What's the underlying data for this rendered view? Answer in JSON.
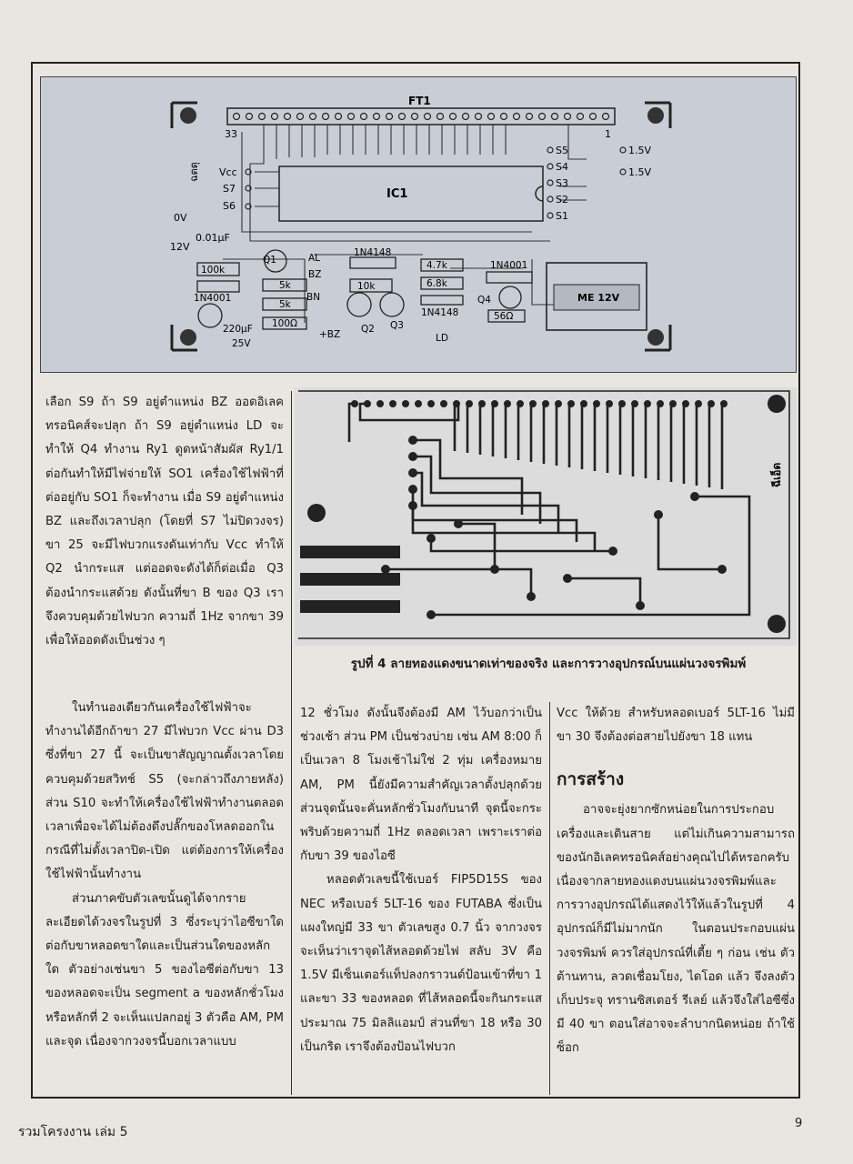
{
  "pcb_top": {
    "fti": "FT1",
    "pin33": "33",
    "pin1": "1",
    "ic": "IC1",
    "vcc": "Vcc",
    "s7": "S7",
    "s6": "S6",
    "s5": "S5",
    "s4": "S4",
    "s3": "S3",
    "s2": "S2",
    "s1": "S1",
    "v15a": "1.5V",
    "v15b": "1.5V",
    "zero_v": "0V",
    "twelve_v": "12V",
    "cap_small": "0.01µF",
    "r100k": "100k",
    "d1n4001a": "1N4001",
    "cap_big": "220µF",
    "cap_v": "25V",
    "r5k_a": "5k",
    "r5k_b": "5k",
    "r100": "100Ω",
    "q1": "Q1",
    "al": "AL",
    "bz": "BZ",
    "bn": "BN",
    "d1n4148a": "1N4148",
    "r10k": "10k",
    "q2": "Q2",
    "q3": "Q3",
    "plus_bz": "+BZ",
    "r47k": "4.7k",
    "r68k": "6.8k",
    "d1n4148b": "1N4148",
    "ld": "LD",
    "d1n4001b": "1N4001",
    "q4": "Q4",
    "r56": "56Ω",
    "relay": "ME 12V",
    "side_label": "ฉตตุ"
  },
  "pcb_bottom": {
    "side_label": "ฉีเอ็ด"
  },
  "caption": "รูปที่ 4 ลายทองแดงขนาดเท่าของจริง และการวางอุปกรณ์บนแผ่นวงจรพิมพ์",
  "col1_top": "เลือก S9 ถ้า S9 อยู่ตำแหน่ง BZ ออดอิเลคทรอนิคส์จะปลุก ถ้า S9 อยู่ตำแหน่ง LD จะทำให้ Q4 ทำงาน Ry1 ดูดหน้าสัมผัส Ry1/1 ต่อกันทำให้มีไฟจ่ายให้ SO1 เครื่องใช้ไฟฟ้าที่ต่ออยู่กับ SO1 ก็จะทำงาน เมื่อ S9 อยู่ตำแหน่ง BZ และถึงเวลาปลุก (โดยที่ S7 ไม่ปิดวงจร) ขา 25 จะมีไฟบวกแรงดันเท่ากับ Vcc ทำให้ Q2 นำกระแส แต่ออดจะดังได้ก็ต่อเมื่อ Q3 ต้องนำกระแสด้วย ดังนั้นที่ขา B ของ Q3 เราจึงควบคุมด้วยไฟบวก ความถี่ 1Hz จากขา 39 เพื่อให้ออดดังเป็นช่วง ๆ",
  "col1_p2": "ในทำนองเดียวกันเครื่องใช้ไฟฟ้าจะทำงานได้อีกถ้าขา 27 มีไฟบวก Vcc ผ่าน D3 ซึ่งที่ขา 27 นี้ จะเป็นขาสัญญาณตั้งเวลาโดยควบคุมด้วยสวิทช์ S5 (จะกล่าวถึงภายหลัง) ส่วน S10 จะทำให้เครื่องใช้ไฟฟ้าทำงานตลอดเวลาเพื่อจะได้ไม่ต้องดึงปลั๊กของโหลดออกในกรณีที่ไม่ตั้งเวลาปิด-เปิด แต่ต้องการให้เครื่องใช้ไฟฟ้านั้นทำงาน",
  "col1_p3": "ส่วนภาคขับตัวเลขนั้นดูได้จากรายละเอียดได้วงจรในรูปที่ 3 ซึ่งระบุว่าไอซีขาใดต่อกับขาหลอดขาใดและเป็นส่วนใดของหลักใด ตัวอย่างเช่นขา 5 ของไอซีต่อกับขา 13 ของหลอดจะเป็น segment a ของหลักชั่วโมง หรือหลักที่ 2 จะเห็นแปลกอยู่ 3 ตัวคือ AM, PM และจุด เนื่องจากวงจรนี้บอกเวลาแบบ",
  "col2_p1": "12 ชั่วโมง ดังนั้นจึงต้องมี AM ไว้บอกว่าเป็นช่วงเช้า ส่วน PM เป็นช่วงบ่าย เช่น AM 8:00 ก็เป็นเวลา 8 โมงเช้าไม่ใช่ 2 ทุ่ม เครื่องหมาย AM, PM นี้ยังมีความสำคัญเวลาตั้งปลุกด้วย ส่วนจุดนั้นจะคั่นหลักชั่วโมงกับนาที จุดนี้จะกระพริบด้วยความถี่ 1Hz ตลอดเวลา เพราะเราต่อกับขา 39 ของไอซี",
  "col2_p2": "หลอดตัวเลขนี้ใช้เบอร์ FIP5D15S ของ NEC หรือเบอร์ 5LT-16 ของ FUTABA ซึ่งเป็นแผงใหญ่มี 33 ขา ตัวเลขสูง 0.7 นิ้ว จากวงจรจะเห็นว่าเราจุดไส้หลอดด้วยไฟ สลับ 3V คือ 1.5V มีเซ็นเตอร์แท็ปลงกราวนด์ป้อนเข้าที่ขา 1 และขา 33 ของหลอด ที่ไส้หลอดนี้จะกินกระแสประมาณ 75 มิลลิแอมป์ ส่วนที่ขา 18 หรือ 30 เป็นกริด เราจึงต้องป้อนไฟบวก",
  "col3_p1": "Vcc ให้ด้วย สำหรับหลอดเบอร์ 5LT-16 ไม่มีขา 30 จึงต้องต่อสายไปยังขา 18 แทน",
  "col3_heading": "การสร้าง",
  "col3_p2": "อาจจะยุ่งยากซักหน่อยในการประกอบเครื่องและเดินสาย แต่ไม่เกินความสามารถของนักอิเลคทรอนิคส์อย่างคุณไปได้หรอกครับ เนื่องจากลายทองแดงบนแผ่นวงจรพิมพ์และการวางอุปกรณ์ได้แสดงไว้ให้แล้วในรูปที่ 4 อุปกรณ์ก็มีไม่มากนัก ในตอนประกอบแผ่นวงจรพิมพ์ ควรใส่อุปกรณ์ที่เตี้ย ๆ ก่อน เช่น ตัวต้านทาน, ลวดเชื่อมโยง, ไดโอด แล้ว จึงลงตัวเก็บประจุ ทรานซิสเตอร์ รีเลย์ แล้วจึงใส่ไอซีซึ่งมี 40 ขา ตอนใส่อาจจะลำบากนิดหน่อย ถ้าใช้ซ็อก",
  "footer": "รวมโครงงาน เล่ม 5",
  "page_number": "9"
}
